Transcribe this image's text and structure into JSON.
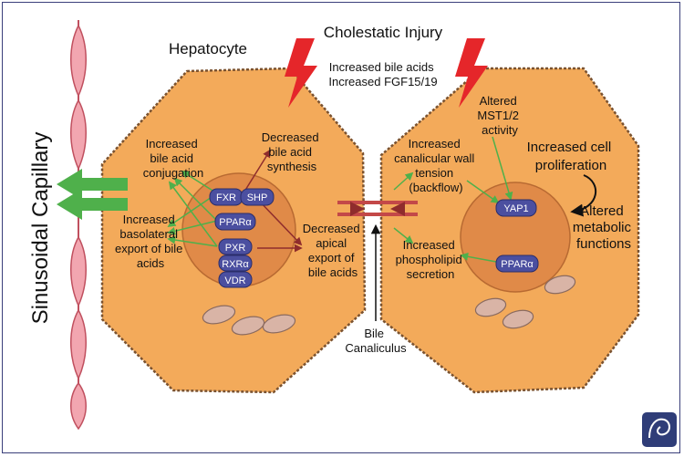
{
  "title": "Cholestatic Injury",
  "hepatocyte_label": "Hepatocyte",
  "capillary_label": "Sinusoidal Capillary",
  "injury_lines": [
    "Increased bile acids",
    "Increased FGF15/19"
  ],
  "canaliculus_lines": [
    "Bile",
    "Canaliculus"
  ],
  "left_cell": {
    "conjugation_lines": [
      "Increased",
      "bile acid",
      "conjugation"
    ],
    "synthesis_lines": [
      "Decreased",
      "bile acid",
      "synthesis"
    ],
    "basolateral_lines": [
      "Increased",
      "basolateral",
      "export of bile",
      "acids"
    ],
    "apical_lines": [
      "Decreased",
      "apical",
      "export of",
      "bile acids"
    ],
    "receptors": [
      "FXR",
      "SHP",
      "PPARα",
      "PXR",
      "RXRα",
      "VDR"
    ]
  },
  "right_cell": {
    "mst_lines": [
      "Altered",
      "MST1/2",
      "activity"
    ],
    "tension_lines": [
      "Increased",
      "canalicular wall",
      "tension",
      "(backflow)"
    ],
    "proliferation_lines": [
      "Increased cell",
      "proliferation"
    ],
    "phospholipid_lines": [
      "Increased",
      "phospholipid",
      "secretion"
    ],
    "metabolic_lines": [
      "Altered",
      "metabolic",
      "functions"
    ],
    "receptors": [
      "YAP1",
      "PPARα"
    ]
  },
  "colors": {
    "cell_fill": "#f3aa5a",
    "cell_stroke": "#7a5230",
    "nucleus": "#e08a48",
    "pill": "#4b4fa0",
    "green_arrow": "#4fb04b",
    "red_arrow": "#8f2c2c",
    "bolt": "#e5262a",
    "capillary": "#f2a6b0"
  }
}
